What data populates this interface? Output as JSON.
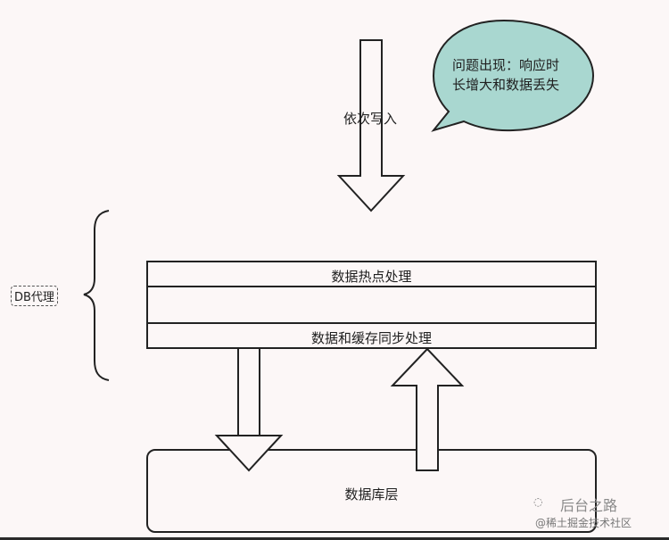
{
  "diagram": {
    "bubble_text": [
      "问题出现：响应时",
      "长增大和数据丢失"
    ],
    "write_label": "依次写入",
    "proxy_label": "DB代理",
    "layers": {
      "hotspot": "数据热点处理",
      "middle": "",
      "sync": "数据和缓存同步处理",
      "db": "数据库层"
    },
    "watermark_top": "后台之路",
    "watermark_bottom": "@稀土掘金技术社区",
    "colors": {
      "bubble_fill": "#a9d7d0",
      "stroke": "#222222",
      "background": "#fcf7f7"
    }
  }
}
